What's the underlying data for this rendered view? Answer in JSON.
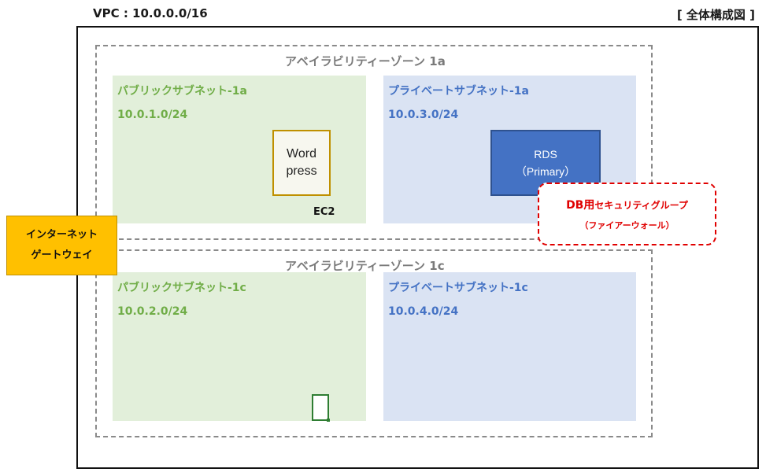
{
  "header": {
    "vpc_title": "VPC : 10.0.0.0/16",
    "diagram_label": "[ 全体構成図 ]"
  },
  "availability_zones": [
    {
      "title": "アベイラビリティーゾーン 1a",
      "public_subnet": {
        "name": "パブリックサブネット-1a",
        "cidr": "10.0.1.0/24"
      },
      "private_subnet": {
        "name": "プライベートサブネット-1a",
        "cidr": "10.0.3.0/24"
      }
    },
    {
      "title": "アベイラビリティーゾーン 1c",
      "public_subnet": {
        "name": "パブリックサブネット-1c",
        "cidr": "10.0.2.0/24"
      },
      "private_subnet": {
        "name": "プライベートサブネット-1c",
        "cidr": "10.0.4.0/24"
      }
    }
  ],
  "ec2": {
    "line1": "Word",
    "line2": "press",
    "label": "EC2"
  },
  "rds": {
    "line1": "RDS",
    "line2": "（Primary）"
  },
  "security_group": {
    "prefix": "DB用",
    "suffix": "セキュリティグループ",
    "line2": "（ファイアーウォール）"
  },
  "internet_gateway": {
    "line1": "インターネット",
    "line2": "ゲートウェイ"
  },
  "colors": {
    "public_subnet_bg": "#e2efda",
    "private_subnet_bg": "#dae3f3",
    "public_text": "#70ad47",
    "private_text": "#4472c4",
    "rds_fill": "#4472c4",
    "igw_fill": "#ffc000",
    "security_group_border": "#e00000",
    "ec2_border": "#bf9000"
  }
}
